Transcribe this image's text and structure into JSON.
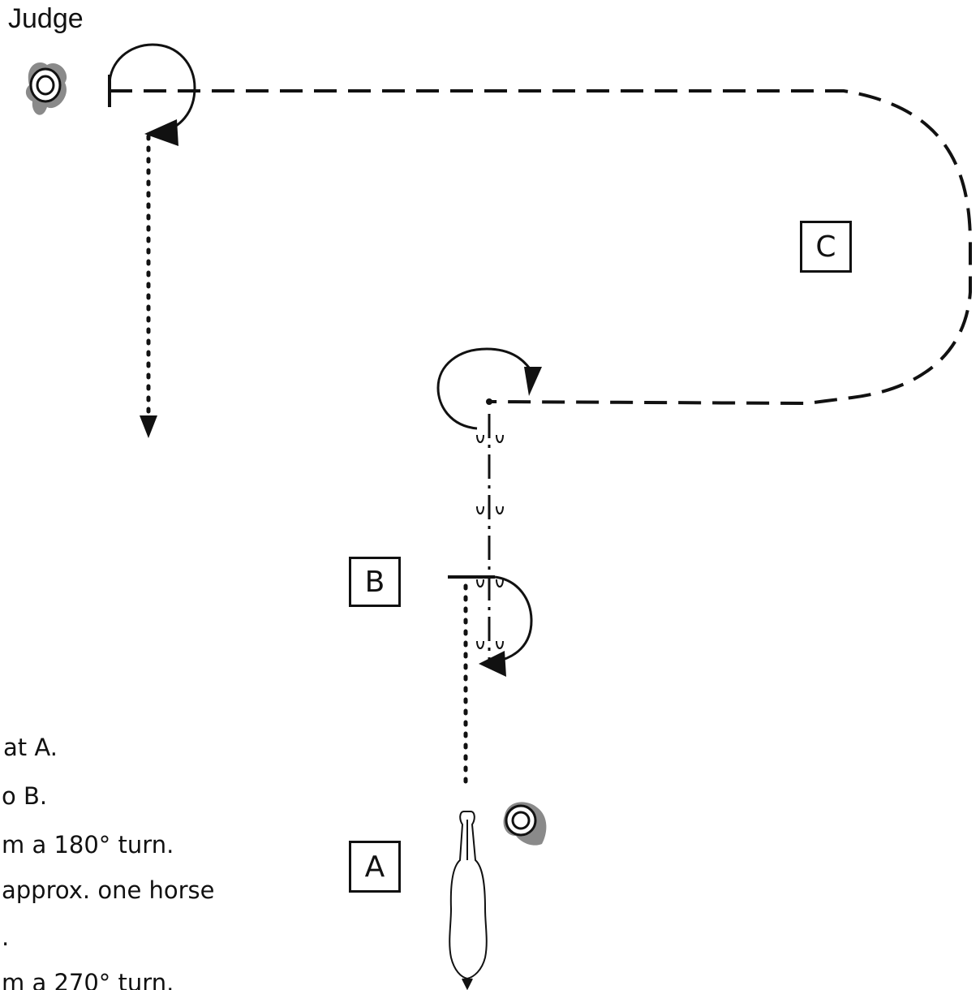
{
  "judge_label": "Judge",
  "markers": {
    "a": "A",
    "b": "B",
    "c": "C"
  },
  "instructions": [
    "at A.",
    "o B.",
    "m a 180° turn.",
    "approx. one horse",
    ".",
    "m a 270° turn."
  ],
  "icons": {
    "judge_top": "judge-eye-icon",
    "judge_bottom": "judge-eye-icon",
    "horse": "horse-topview-icon"
  },
  "colors": {
    "line": "#111111",
    "judge_fill": "#8a8a8a"
  }
}
